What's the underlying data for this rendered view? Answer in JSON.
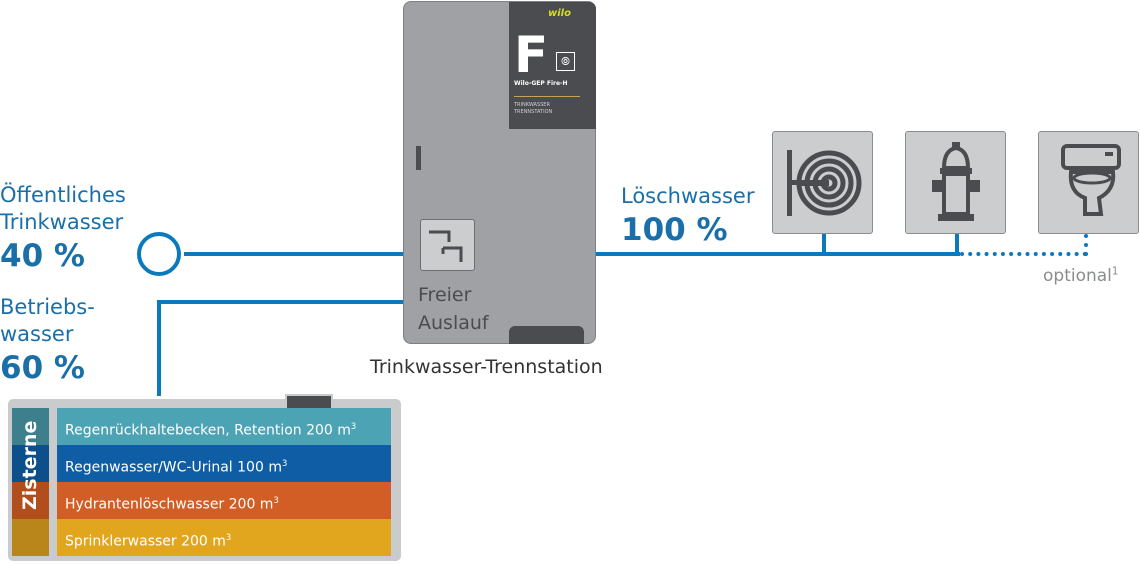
{
  "left": {
    "public_label_line1": "Öffentliches",
    "public_label_line2": "Trinkwasser",
    "public_pct": "40 %",
    "process_label_line1": "Betriebs-",
    "process_label_line2": "wasser",
    "process_pct": "60 %"
  },
  "station": {
    "brand": "wilo",
    "letter": "F",
    "model": "Wilo-GEP Fire-H",
    "sub_line1": "TRINKWASSER",
    "sub_line2": "TRENNSTATION",
    "outlet_line1": "Freier",
    "outlet_line2": "Auslauf",
    "caption": "Trinkwasser-Trennstation"
  },
  "right": {
    "label": "Löschwasser",
    "pct": "100 %",
    "optional": "optional",
    "optional_sup": "1",
    "devices": [
      "hose-reel-icon",
      "hydrant-icon",
      "toilet-icon"
    ]
  },
  "cistern": {
    "label": "Zisterne",
    "layers": [
      {
        "text": "Regenrückhaltebecken, Retention 200 m",
        "sup": "3",
        "color": "#4ba3b4",
        "tab_color": "#3e7f8d"
      },
      {
        "text": "Regenwasser/WC-Urinal 100 m",
        "sup": "3",
        "color": "#0f5ea5",
        "tab_color": "#0d4f8a"
      },
      {
        "text": "Hydrantenlöschwasser 200 m",
        "sup": "3",
        "color": "#d35e25",
        "tab_color": "#b24d1c"
      },
      {
        "text": "Sprinklerwasser 200 m",
        "sup": "3",
        "color": "#e2a61e",
        "tab_color": "#b8861a"
      }
    ]
  },
  "colors": {
    "pipe": "#0d79bd",
    "station": "#9fa1a4",
    "dark": "#4a4c4f"
  }
}
